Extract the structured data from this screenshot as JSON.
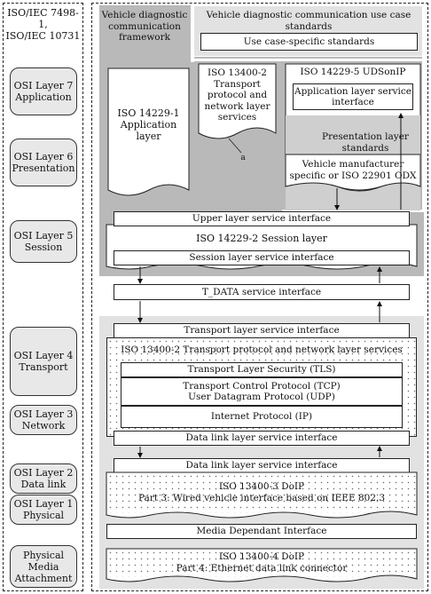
{
  "left_column": {
    "title": "ISO/IEC 7498-1,\nISO/IEC 10731",
    "layers": [
      {
        "id": "l7",
        "label": "OSI Layer 7\nApplication"
      },
      {
        "id": "l6",
        "label": "OSI Layer 6\nPresentation"
      },
      {
        "id": "l5",
        "label": "OSI Layer 5\nSession"
      },
      {
        "id": "l4",
        "label": "OSI Layer 4\nTransport"
      },
      {
        "id": "l3",
        "label": "OSI Layer 3\nNetwork"
      },
      {
        "id": "l2",
        "label": "OSI Layer 2\nData link"
      },
      {
        "id": "l1",
        "label": "OSI Layer 1\nPhysical"
      },
      {
        "id": "pma",
        "label": "Physical\nMedia\nAttachment"
      }
    ]
  },
  "framework": {
    "title": "Vehicle diagnostic\ncommunication\nframework"
  },
  "use_case": {
    "title": "Vehicle diagnostic communication use case\nstandards",
    "specific": "Use case-specific standards"
  },
  "app": {
    "iso14229_1": "ISO 14229-1\nApplication\nlayer",
    "iso13400_2_top": "ISO 13400-2\nTransport\nprotocol and\nnetwork layer\nservices",
    "footnote": "a",
    "udsonip_title": "ISO 14229-5 UDSonIP",
    "app_service": "Application layer service\ninterface",
    "presentation": "Presentation layer\nstandards",
    "vm_specific": "Vehicle manufacturer\nspecific or ISO 22901 ODX"
  },
  "session": {
    "upper": "Upper layer service interface",
    "layer": "ISO 14229-2 Session layer",
    "service": "Session layer service interface"
  },
  "tdata": "T_DATA  service interface",
  "transport": {
    "service": "Transport layer service interface",
    "protocol": "ISO 13400-2 Transport protocol and network layer services",
    "tls": "Transport Layer Security (TLS)",
    "tcp_udp": "Transport Control Protocol (TCP)\nUser Datagram Protocol (UDP)",
    "ip": "Internet Protocol (IP)",
    "dll_upper": "Data link layer service interface"
  },
  "datalink": {
    "dll_lower": "Data link layer service interface",
    "doip3": "ISO 13400-3 DoIP\nPart 3: Wired vehicle interface based on IEEE 802.3",
    "mdi": "Media Dependant Interface",
    "doip4": "ISO 13400-4 DoIP\nPart 4: Ethernet data link connector"
  }
}
